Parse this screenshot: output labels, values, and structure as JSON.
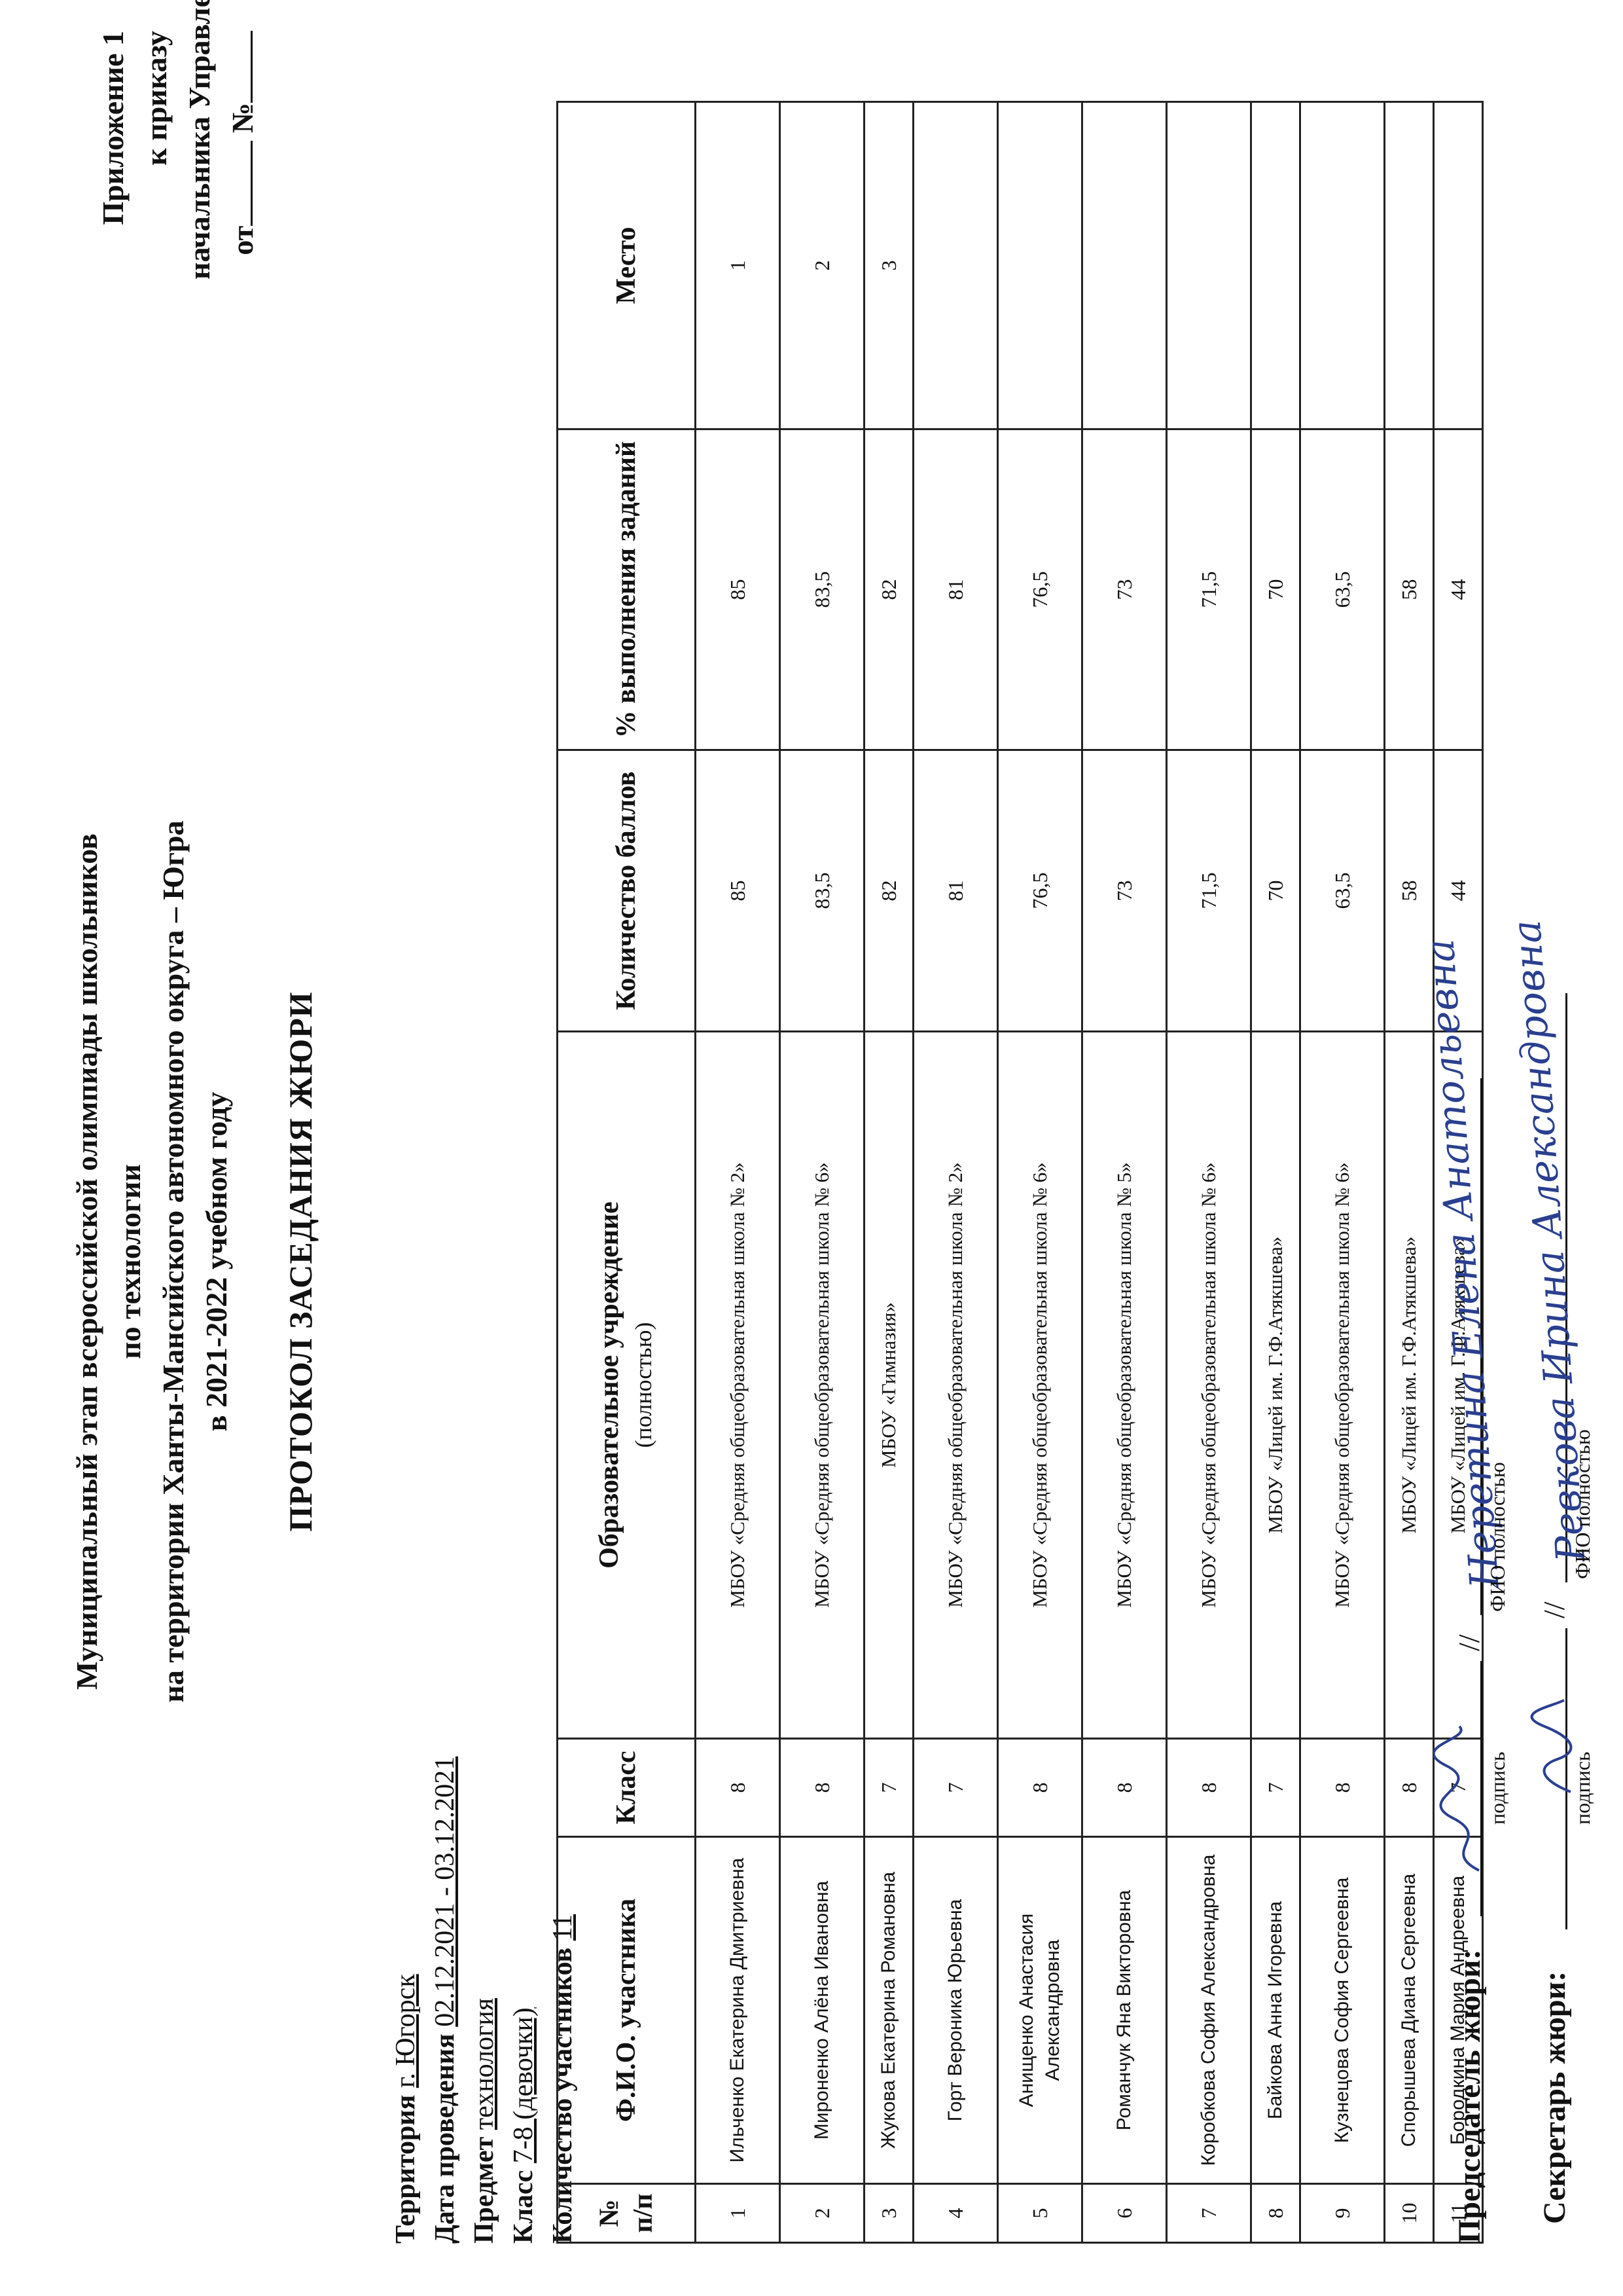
{
  "appendix": {
    "line1": "Приложение 1",
    "line2": "к приказу",
    "line3": "начальника Управления",
    "from_label": "от",
    "number_label": "№"
  },
  "header": {
    "line1": "Муниципальный этап всероссийской олимпиады школьников",
    "line2": "по технологии",
    "line3": "на территории Ханты-Мансийского автономного округа – Югра",
    "line4": "в 2021-2022 учебном году",
    "protocol_title": "ПРОТОКОЛ ЗАСЕДАНИЯ ЖЮРИ"
  },
  "meta": {
    "territory_label": "Территория",
    "territory_value": "г. Югорск",
    "date_label": "Дата проведения",
    "date_value": "02.12.2021 - 03.12.2021",
    "subject_label": "Предмет",
    "subject_value": "технология",
    "class_label": "Класс",
    "class_value": "7-8 (девочки)",
    "count_label": "Количество участников",
    "count_value": "11"
  },
  "table": {
    "headers": {
      "num": "№ п/п",
      "name": "Ф.И.О. участника",
      "class": "Класс",
      "institution": "Образовательное учреждение",
      "institution_note": "(полностью)",
      "score": "Количество баллов",
      "percent": "% выполнения заданий",
      "place": "Место"
    },
    "rows": [
      {
        "num": "1",
        "name": "Ильченко Екатерина Дмитриевна",
        "class": "8",
        "institution": "МБОУ «Средняя общеобразовательная школа № 2»",
        "score": "85",
        "percent": "85",
        "place": "1"
      },
      {
        "num": "2",
        "name": "Мироненко Алёна Ивановна",
        "class": "8",
        "institution": "МБОУ «Средняя общеобразовательная школа № 6»",
        "score": "83,5",
        "percent": "83,5",
        "place": "2"
      },
      {
        "num": "3",
        "name": "Жукова Екатерина Романовна",
        "class": "7",
        "institution": "МБОУ «Гимназия»",
        "score": "82",
        "percent": "82",
        "place": "3"
      },
      {
        "num": "4",
        "name": "Горт Вероника Юрьевна",
        "class": "7",
        "institution": "МБОУ «Средняя общеобразовательная школа № 2»",
        "score": "81",
        "percent": "81",
        "place": ""
      },
      {
        "num": "5",
        "name": "Анищенко Анастасия Александровна",
        "class": "8",
        "institution": "МБОУ «Средняя общеобразовательная школа № 6»",
        "score": "76,5",
        "percent": "76,5",
        "place": ""
      },
      {
        "num": "6",
        "name": "Романчук Яна Викторовна",
        "class": "8",
        "institution": "МБОУ «Средняя общеобразовательная школа № 5»",
        "score": "73",
        "percent": "73",
        "place": ""
      },
      {
        "num": "7",
        "name": "Коробкова София Александровна",
        "class": "8",
        "institution": "МБОУ «Средняя общеобразовательная школа № 6»",
        "score": "71,5",
        "percent": "71,5",
        "place": ""
      },
      {
        "num": "8",
        "name": "Байкова Анна Игоревна",
        "class": "7",
        "institution": "МБОУ «Лицей им. Г.Ф.Атякшева»",
        "score": "70",
        "percent": "70",
        "place": ""
      },
      {
        "num": "9",
        "name": "Кузнецова София Сергеевна",
        "class": "8",
        "institution": "МБОУ «Средняя общеобразовательная школа № 6»",
        "score": "63,5",
        "percent": "63,5",
        "place": ""
      },
      {
        "num": "10",
        "name": "Спорышева Диана Сергеевна",
        "class": "8",
        "institution": "МБОУ «Лицей им. Г.Ф.Атякшева»",
        "score": "58",
        "percent": "58",
        "place": ""
      },
      {
        "num": "11",
        "name": "Бородкина Мария Андреевна",
        "class": "7",
        "institution": "МБОУ «Лицей им. Г.Ф.Атякшева»",
        "score": "44",
        "percent": "44",
        "place": ""
      }
    ]
  },
  "signatures": {
    "chair_label": "Председатель жюри:",
    "secretary_label": "Секретарь жюри:",
    "signature_caption": "подпись",
    "name_caption": "ФИО полностью",
    "separator": "//",
    "chair_name_handwritten": "Неретина Елена Анатольевна",
    "secretary_name_handwritten": "Ревкова Ирина Александровна"
  },
  "ink_color": "#2a3f8f"
}
